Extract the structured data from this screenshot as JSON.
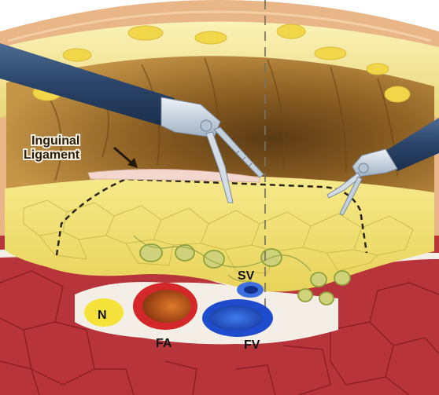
{
  "labels": {
    "ligament_line1": "Inguinal",
    "ligament_line2": "Ligament",
    "sv": "SV",
    "n": "N",
    "fa": "FA",
    "fv": "FV"
  },
  "colors": {
    "background": "#ffffff",
    "outer_rim": "#e9b88a",
    "cavity_dark": "#6b4a1f",
    "cavity_mid": "#a8772e",
    "fat_yellow": "#f2e27a",
    "fat_light": "#f7ee9c",
    "fat_lines": "#c9b94a",
    "muscle_red": "#b8353a",
    "muscle_dark": "#8e2228",
    "fascia_white": "#f3f0ea",
    "artery_red": "#d42a2a",
    "artery_inner": "#b65a14",
    "vein_blue": "#1e4fc9",
    "vein_inner": "#14378f",
    "nerve_yellow": "#f4e23c",
    "instrument_shaft": "#2f4a6d",
    "instrument_metal": "#c9d4df",
    "ligament_pink": "#f3d8d0",
    "label_text": "#2b1d0c"
  },
  "icons": [
    "laparoscopic-grasper-icon",
    "laparoscopic-scissors-icon"
  ]
}
